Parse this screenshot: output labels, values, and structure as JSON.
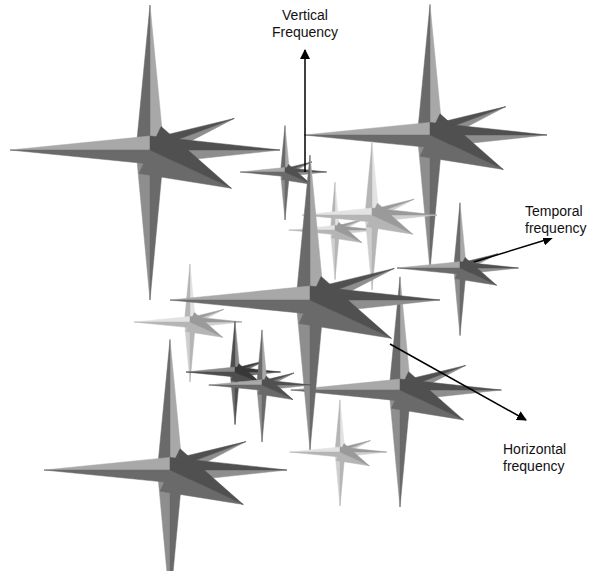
{
  "diagram": {
    "labels": [
      "Vertical Frequency",
      "Temporal frequency",
      "Horizontal frequency"
    ]
  }
}
